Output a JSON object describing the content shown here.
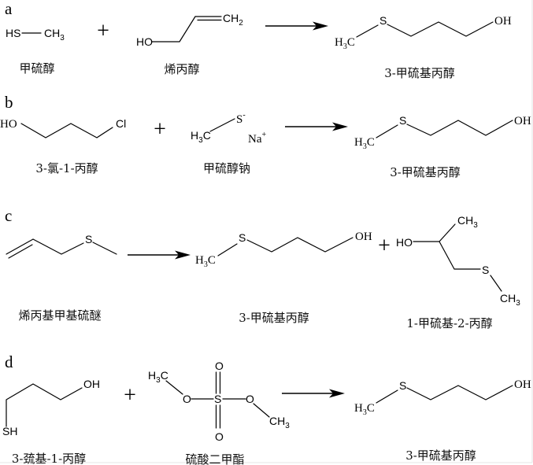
{
  "figure": {
    "plus_symbol": "+",
    "reactions": [
      {
        "panel": "a",
        "reactants": [
          {
            "name": "甲硫醇",
            "atoms": [
              {
                "main": "HS"
              },
              {
                "main": "CH",
                "sub": "3"
              }
            ]
          },
          {
            "name": "烯丙醇",
            "atoms": [
              {
                "main": "HO"
              },
              {
                "main": "CH",
                "sub": "2"
              }
            ]
          }
        ],
        "products": [
          {
            "name": "3-甲硫基丙醇",
            "atoms": [
              {
                "main": "H",
                "sub": "3",
                "tail": "C"
              },
              {
                "main": "S"
              },
              {
                "main": "OH"
              }
            ]
          }
        ]
      },
      {
        "panel": "b",
        "reactants": [
          {
            "name": "3-氯-1-丙醇",
            "atoms": [
              {
                "main": "HO"
              },
              {
                "main": "Cl"
              }
            ]
          },
          {
            "name": "甲硫醇钠",
            "atoms": [
              {
                "main": "H",
                "sub": "3",
                "tail": "C"
              },
              {
                "main": "S",
                "sup": "-"
              },
              {
                "main": "Na",
                "sup": "+"
              }
            ]
          }
        ],
        "products": [
          {
            "name": "3-甲硫基丙醇",
            "atoms": [
              {
                "main": "H",
                "sub": "3",
                "tail": "C"
              },
              {
                "main": "S"
              },
              {
                "main": "OH"
              }
            ]
          }
        ]
      },
      {
        "panel": "c",
        "reactants": [
          {
            "name": "烯丙基甲基硫醚",
            "atoms": [
              {
                "main": "S"
              }
            ]
          }
        ],
        "products": [
          {
            "name": "3-甲硫基丙醇",
            "atoms": [
              {
                "main": "H",
                "sub": "3",
                "tail": "C"
              },
              {
                "main": "S"
              },
              {
                "main": "OH"
              }
            ]
          },
          {
            "name": "1-甲硫基-2-丙醇",
            "atoms": [
              {
                "main": "HO"
              },
              {
                "main": "CH",
                "sub": "3"
              },
              {
                "main": "S"
              },
              {
                "main": "CH",
                "sub": "3"
              }
            ]
          }
        ]
      },
      {
        "panel": "d",
        "reactants": [
          {
            "name": "3-巯基-1-丙醇",
            "atoms": [
              {
                "main": "SH"
              },
              {
                "main": "OH"
              }
            ]
          },
          {
            "name": "硫酸二甲酯",
            "atoms": [
              {
                "main": "H",
                "sub": "3",
                "tail": "C"
              },
              {
                "main": "O"
              },
              {
                "main": "S"
              },
              {
                "main": "O"
              },
              {
                "main": "CH",
                "sub": "3"
              },
              {
                "main": "O"
              },
              {
                "main": "O"
              }
            ]
          }
        ],
        "products": [
          {
            "name": "3-甲硫基丙醇",
            "atoms": [
              {
                "main": "H",
                "sub": "3",
                "tail": "C"
              },
              {
                "main": "S"
              },
              {
                "main": "OH"
              }
            ]
          }
        ]
      }
    ]
  }
}
